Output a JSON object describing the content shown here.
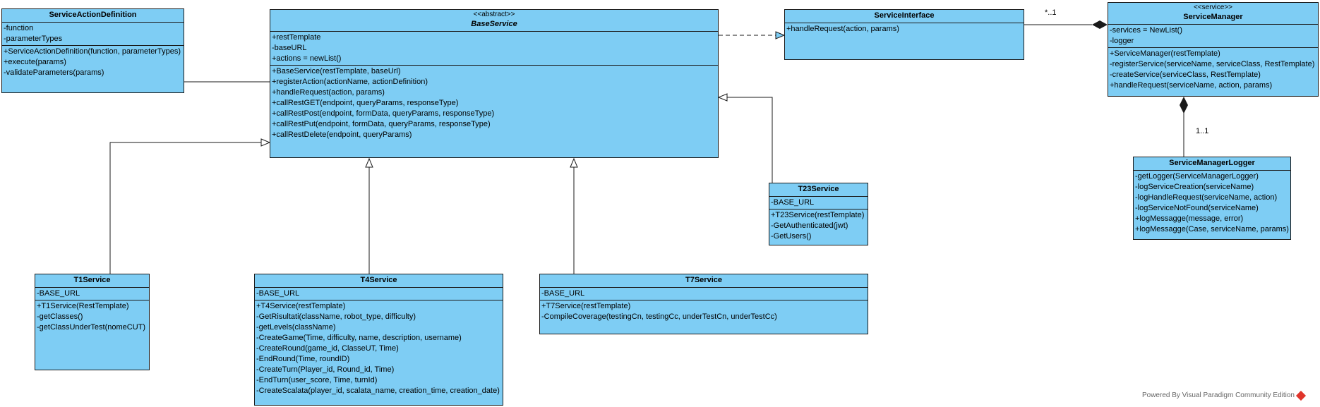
{
  "classes": {
    "service_action_definition": {
      "name": "ServiceActionDefinition",
      "attributes": [
        "-function",
        "-parameterTypes"
      ],
      "methods": [
        "+ServiceActionDefinition(function, parameterTypes)",
        "+execute(params)",
        "-validateParameters(params)"
      ]
    },
    "base_service": {
      "stereotype": "<<abstract>>",
      "name": "BaseService",
      "attributes": [
        "+restTemplate",
        "-baseURL",
        "+actions = newList()"
      ],
      "methods": [
        "+BaseService(restTemplate, baseUrl)",
        "+registerAction(actionName, actionDefinition)",
        "+handleRequest(action, params)",
        "+callRestGET(endpoint, queryParams, responseType)",
        "+callRestPost(endpoint, formData, queryParams, responseType)",
        "+callRestPut(endpoint, formData, queryParams, responseType)",
        "+callRestDelete(endpoint, queryParams)"
      ]
    },
    "service_interface": {
      "name": "ServiceInterface",
      "methods": [
        "+handleRequest(action, params)"
      ]
    },
    "service_manager": {
      "stereotype": "<<service>>",
      "name": "ServiceManager",
      "attributes": [
        "-services = NewList()",
        "-logger"
      ],
      "methods": [
        "+ServiceManager(restTemplate)",
        "-registerService(serviceName, serviceClass, RestTemplate)",
        "-createService(serviceClass, RestTemplate)",
        "+handleRequest(serviceName, action, params)"
      ]
    },
    "service_manager_logger": {
      "name": "ServiceManagerLogger",
      "methods": [
        "-getLogger(ServiceManagerLogger)",
        "-logServiceCreation(serviceName)",
        "-logHandleRequest(serviceName, action)",
        "-logServiceNotFound(serviceName)",
        "+logMessagge(message, error)",
        "+logMessagge(Case, serviceName, params)"
      ]
    },
    "t23_service": {
      "name": "T23Service",
      "attributes": [
        "-BASE_URL"
      ],
      "methods": [
        "+T23Service(restTemplate)",
        "-GetAuthenticated(jwt)",
        "-GetUsers()"
      ]
    },
    "t1_service": {
      "name": "T1Service",
      "attributes": [
        "-BASE_URL"
      ],
      "methods": [
        "+T1Service(RestTemplate)",
        "-getClasses()",
        "-getClassUnderTest(nomeCUT)"
      ]
    },
    "t4_service": {
      "name": "T4Service",
      "attributes": [
        "-BASE_URL"
      ],
      "methods": [
        "+T4Service(restTemplate)",
        "-GetRisultati(className, robot_type, difficulty)",
        "-getLevels(className)",
        "-CreateGame(Time, difficulty, name, description, username)",
        "-CreateRound(game_id, ClasseUT, Time)",
        "-EndRound(Time, roundID)",
        "-CreateTurn(Player_id, Round_id, Time)",
        "-EndTurn(user_score, Time, turnId)",
        "-CreateScalata(player_id, scalata_name, creation_time, creation_date)"
      ]
    },
    "t7_service": {
      "name": "T7Service",
      "attributes": [
        "-BASE_URL"
      ],
      "methods": [
        "+T7Service(restTemplate)",
        "-CompileCoverage(testingCn, testingCc, underTestCn, underTestCc)"
      ]
    }
  },
  "multiplicities": {
    "interface_manager": "*..1",
    "manager_logger": "1..1"
  },
  "footer": {
    "text": "Powered By  Visual Paradigm Community Edition"
  },
  "colors": {
    "class_fill": "#7ecdf4",
    "border": "#1a1a1a"
  }
}
